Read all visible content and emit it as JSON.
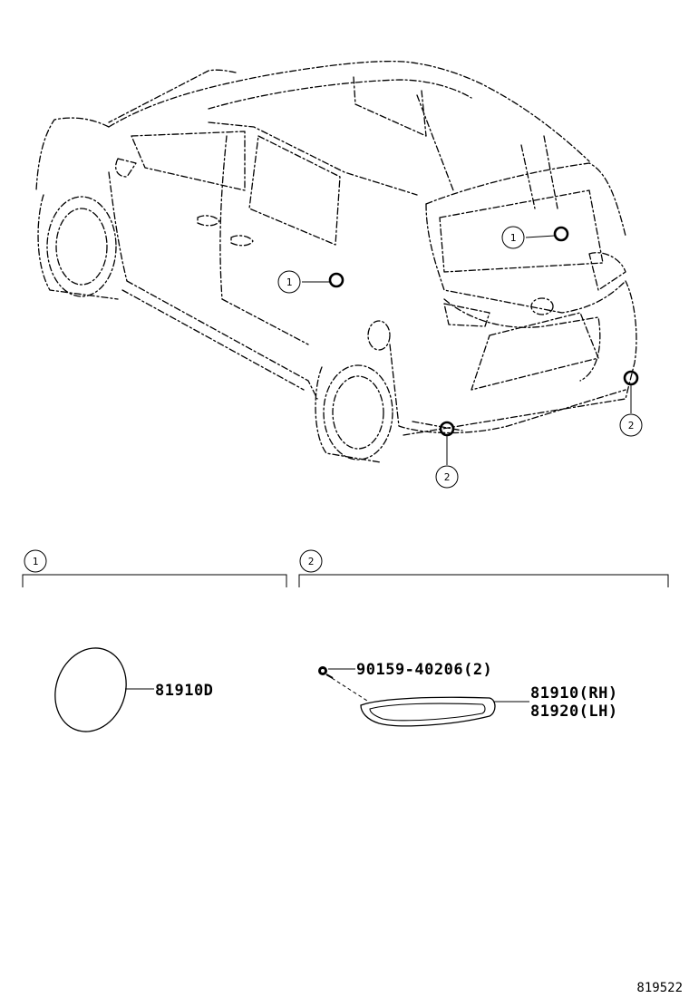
{
  "callouts": {
    "one": "1",
    "two": "2"
  },
  "parts": {
    "reflector_cover": "81910D",
    "screw": "90159-40206(2)",
    "reflector_rh": "81910(RH)",
    "reflector_lh": "81920(LH)"
  },
  "diagram_code": "819522"
}
